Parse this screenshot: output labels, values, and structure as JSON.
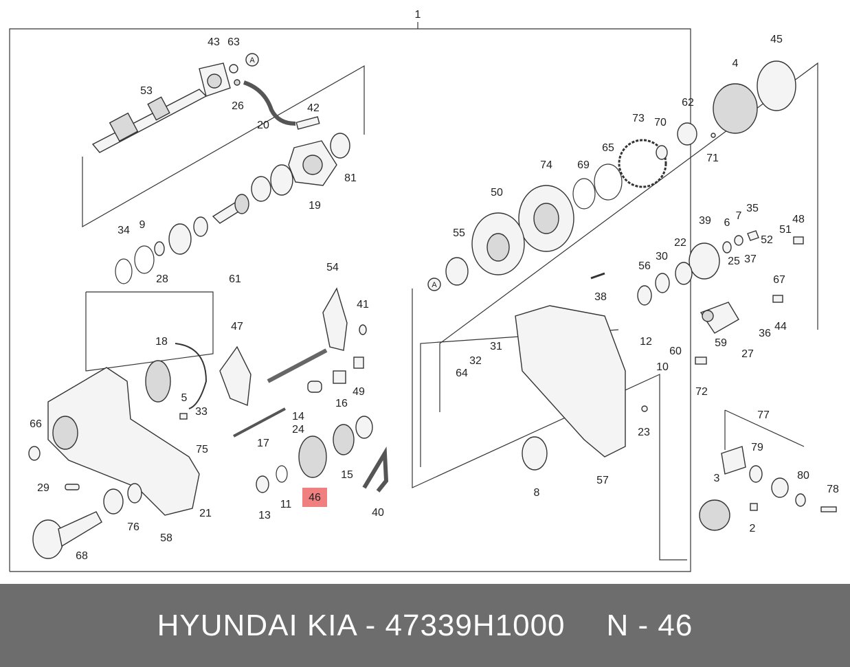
{
  "diagram": {
    "highlight_color": "#f08080",
    "highlighted_part": "46",
    "assembly_label": "1",
    "reference_marker": "A",
    "labels": [
      "43",
      "63",
      "53",
      "26",
      "20",
      "42",
      "81",
      "19",
      "9",
      "34",
      "28",
      "61",
      "45",
      "4",
      "62",
      "73",
      "70",
      "71",
      "74",
      "69",
      "65",
      "50",
      "55",
      "39",
      "6",
      "7",
      "35",
      "48",
      "51",
      "52",
      "25",
      "37",
      "67",
      "56",
      "30",
      "22",
      "38",
      "41",
      "54",
      "47",
      "18",
      "5",
      "33",
      "66",
      "29",
      "75",
      "17",
      "14",
      "24",
      "16",
      "49",
      "64",
      "32",
      "31",
      "12",
      "10",
      "60",
      "59",
      "36",
      "44",
      "27",
      "72",
      "46",
      "13",
      "11",
      "15",
      "40",
      "23",
      "57",
      "8",
      "77",
      "79",
      "80",
      "78",
      "3",
      "2",
      "76",
      "68",
      "58",
      "21"
    ]
  },
  "footer": {
    "brand": "HYUNDAI  KIA - 47339H1000",
    "ref": "N - 46"
  }
}
